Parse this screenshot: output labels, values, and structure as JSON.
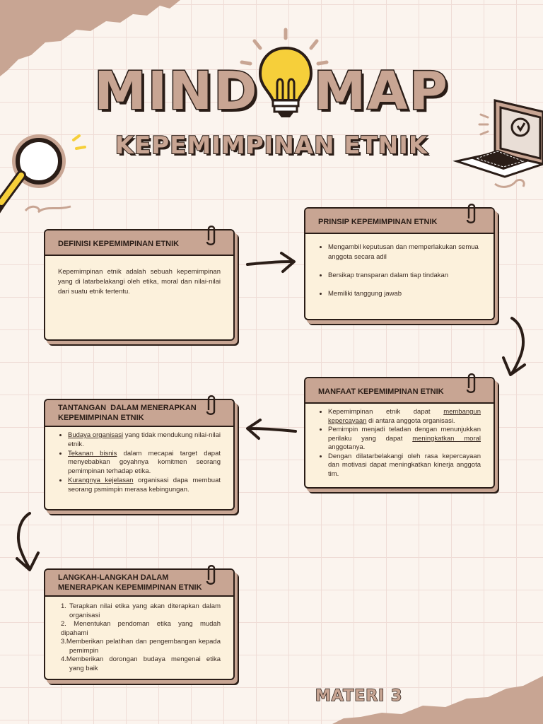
{
  "title": {
    "main_left": "MIND",
    "main_right": "MAP",
    "subtitle": "KEPEMIMPINAN ETNIK"
  },
  "cards": {
    "definisi": {
      "heading": "DEFINISI KEPEMIMPINAN ETNIK",
      "text": "Kepemimpinan etnik adalah sebuah kepemimpinan yang di latarbelakangi oleh etika, moral dan nilai-nilai dari suatu etnik tertentu."
    },
    "prinsip": {
      "heading": "PRINSIP KEPEMIMPINAN ETNIK",
      "items": [
        "Mengambil keputusan dan memperlakukan semua anggota secara adil",
        "Bersikap transparan dalam tiap tindakan",
        "Memiliki tanggung jawab"
      ]
    },
    "manfaat": {
      "heading": "MANFAAT KEPEMIMPINAN ETNIK",
      "items": [
        {
          "a": "Kepemimpinan etnik dapat ",
          "u": "membangun kepercayaan",
          "b": " di antara anggota organisasi."
        },
        {
          "a": "Pemimpin menjadi teladan dengan menunjukkan perilaku yang dapat ",
          "u": "meningkatkan moral",
          "b": " anggotanya."
        },
        {
          "a": "Dengan dilatarbelakangi oleh rasa kepercayaan dan motivasi dapat meningkatkan kinerja anggota tim.",
          "u": "",
          "b": ""
        }
      ]
    },
    "tantangan": {
      "heading": "TANTANGAN  DALAM MENERAPKAN KEPEMIMPINAN ETNIK",
      "items": [
        {
          "u": "Budaya organisasi",
          "b": " yang tidak mendukung nilai-nilai etnik."
        },
        {
          "u": "Tekanan bisnis",
          "b": " dalam mecapai target dapat menyebabkan goyahnya komitmen seorang pemimpinan terhadap etika."
        },
        {
          "u": "Kurangnya kejelasan",
          "b": " organisasi dapa membuat seorang psmimpin merasa kebingungan."
        }
      ]
    },
    "langkah": {
      "heading": "LANGKAH-LANGKAH DALAM MENERAPKAN KEPEMIMPINAN ETNIK",
      "items": [
        "1.  Terapkan nilai etika yang akan diterapkan dalam organisasi",
        "2.  Menentukan pendoman etika yang mudah dipahami",
        "3.Memberikan pelatihan dan pengembangan kepada pemimpin",
        "4.Memberikan dorongan budaya mengenai etika yang baik"
      ]
    }
  },
  "footer": "MATERI 3",
  "colors": {
    "background": "#fbf4ee",
    "grid": "#efdcd6",
    "accent": "#c8a593",
    "card": "#fcf1dc",
    "outline": "#2a1d17",
    "bulb": "#f6cf3a"
  },
  "icons": [
    "lightbulb-icon",
    "magnifier-icon",
    "laptop-icon",
    "arrow-right-icon",
    "arrow-down-icon",
    "arrow-left-icon",
    "paperclip-icon"
  ]
}
